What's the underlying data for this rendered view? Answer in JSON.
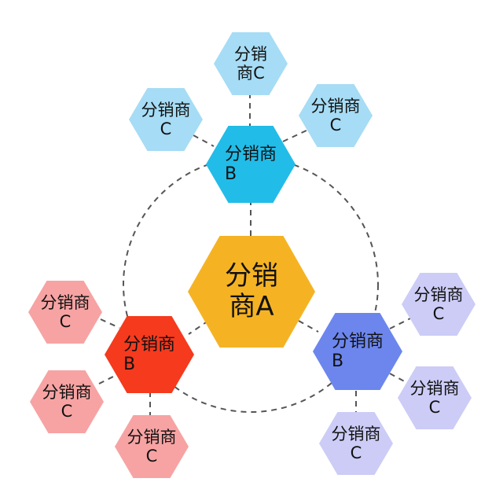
{
  "diagram": {
    "type": "distribution-network",
    "center": {
      "label_line1": "分销",
      "label_line2": "商A",
      "color": "#F5B324"
    },
    "branches": [
      {
        "id": "top",
        "node": {
          "label_line1": "分销商",
          "label_line2": "B",
          "color": "#22BCE8"
        },
        "children": [
          {
            "label_line1": "分销商",
            "label_line2": "C",
            "color": "#A6DCF5"
          },
          {
            "label_line1": "分销",
            "label_line2": "商C",
            "color": "#A6DCF5"
          },
          {
            "label_line1": "分销商",
            "label_line2": "C",
            "color": "#A6DCF5"
          }
        ]
      },
      {
        "id": "left",
        "node": {
          "label_line1": "分销商",
          "label_line2": "B",
          "color": "#F53A1E"
        },
        "children": [
          {
            "label_line1": "分销商",
            "label_line2": "C",
            "color": "#F7A3A3"
          },
          {
            "label_line1": "分销商",
            "label_line2": "C",
            "color": "#F7A3A3"
          },
          {
            "label_line1": "分销商",
            "label_line2": "C",
            "color": "#F7A3A3"
          }
        ]
      },
      {
        "id": "right",
        "node": {
          "label_line1": "分销商",
          "label_line2": "B",
          "color": "#6C86EE"
        },
        "children": [
          {
            "label_line1": "分销商",
            "label_line2": "C",
            "color": "#CCCCF7"
          },
          {
            "label_line1": "分销商",
            "label_line2": "C",
            "color": "#CCCCF7"
          },
          {
            "label_line1": "分销商",
            "label_line2": "C",
            "color": "#CCCCF7"
          }
        ]
      }
    ],
    "connector_color": "#555555"
  }
}
